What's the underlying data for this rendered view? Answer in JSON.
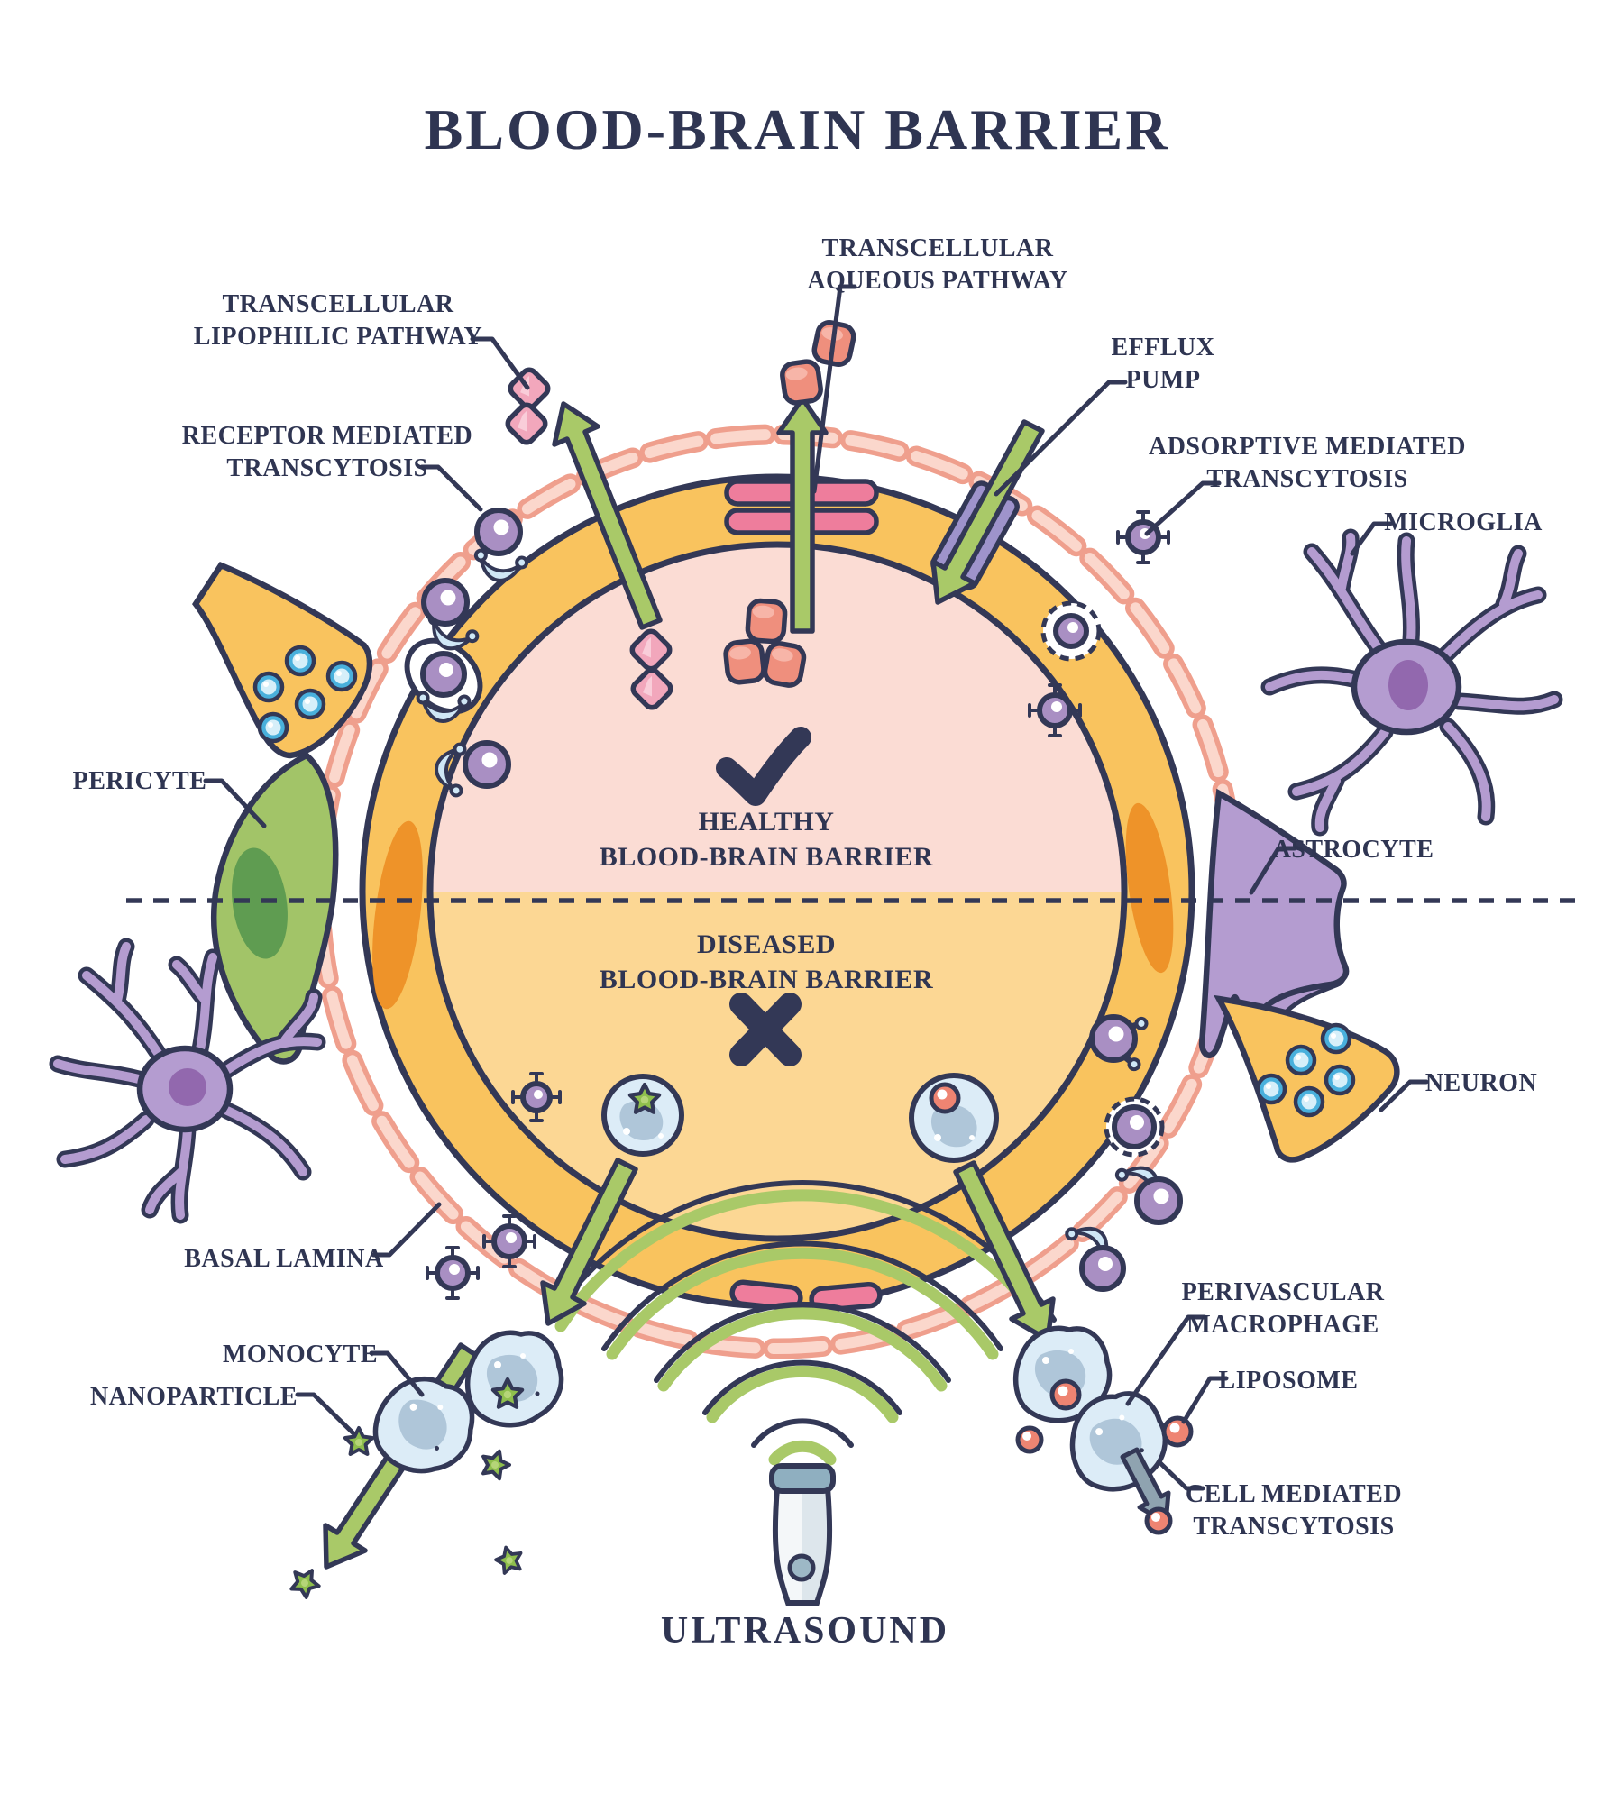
{
  "title": "BLOOD-BRAIN BARRIER",
  "center_labels": {
    "healthy": {
      "line1": "HEALTHY",
      "line2": "BLOOD-BRAIN BARRIER",
      "status_icon": "checkmark"
    },
    "diseased": {
      "line1": "DISEASED",
      "line2": "BLOOD-BRAIN BARRIER",
      "status_icon": "cross"
    }
  },
  "callouts": {
    "transcellular_lipophilic": {
      "line1": "TRANSCELLULAR",
      "line2": "LIPOPHILIC PATHWAY"
    },
    "transcellular_aqueous": {
      "line1": "TRANSCELLULAR",
      "line2": "AQUEOUS PATHWAY"
    },
    "efflux_pump": {
      "line1": "EFFLUX",
      "line2": "PUMP"
    },
    "receptor_mediated": {
      "line1": "RECEPTOR MEDIATED",
      "line2": "TRANSCYTOSIS"
    },
    "adsorptive_mediated": {
      "line1": "ADSORPTIVE MEDIATED",
      "line2": "TRANSCYTOSIS"
    },
    "microglia": {
      "line1": "MICROGLIA"
    },
    "pericyte": {
      "line1": "PERICYTE"
    },
    "astrocyte": {
      "line1": "ASTROCYTE"
    },
    "neuron": {
      "line1": "NEURON"
    },
    "basal_lamina": {
      "line1": "BASAL LAMINA"
    },
    "monocyte": {
      "line1": "MONOCYTE"
    },
    "nanoparticle": {
      "line1": "NANOPARTICLE"
    },
    "perivascular_macrophage": {
      "line1": "PERIVASCULAR",
      "line2": "MACROPHAGE"
    },
    "liposome": {
      "line1": "LIPOSOME"
    },
    "cell_mediated": {
      "line1": "CELL MEDIATED",
      "line2": "TRANSCYTOSIS"
    },
    "ultrasound": {
      "line1": "ULTRASOUND"
    }
  },
  "colors": {
    "navy": "#333856",
    "text": "#2f3552",
    "wall": "#f9c35e",
    "wall_nucleus": "#ee9329",
    "lumen_healthy": "#fbdcd4",
    "lumen_diseased": "#fcd794",
    "lamina": "#ef9f8d",
    "lamina_light": "#fbd7cc",
    "arrow_green": "#a9c968",
    "junction_pink": "#ee7d9c",
    "diamond_pink": "#f2a7bc",
    "diamond_light": "#f9cdd9",
    "cargo_salmon": "#ef8f7d",
    "cargo_light": "#f7b5a8",
    "efflux_purple": "#9e93cb",
    "sphere_purple": "#a98fc3",
    "cell_purple": "#b49cd0",
    "cell_nucleus": "#9268ae",
    "cup_blue": "#cfe7f6",
    "pericyte_green": "#a2c468",
    "pericyte_nucleus": "#5f9c51",
    "vesicle_blue": "#49b0dc",
    "vesicle_light": "#d6eff9",
    "blob_blue": "#dcecf7",
    "blob_inner": "#a7c0d4",
    "star_green": "#8fbf4d",
    "liposome_red": "#ee8472",
    "arrow_gray": "#8fa3b0",
    "probe_body": "#f4f7f9",
    "probe_cap": "#8fafc0"
  }
}
